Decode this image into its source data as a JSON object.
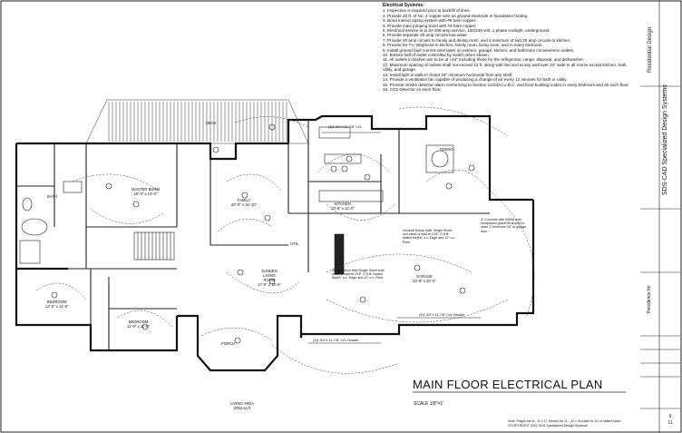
{
  "plan_title": "MAIN FLOOR ELECTRICAL PLAN",
  "scale_label": "SCALE  1/8\"=1'",
  "notes": {
    "heading": "Electrical Systems:",
    "items": [
      "1.  Inspection is required prior to backfill of lines.",
      "2.  Provide 20 ft. of No. 4 copper wire as ground electrode in foundation footing.",
      "3.  Bond interior piping system with #6 bare copper.",
      "4.  Provide main jumping bond with #4 bare copper.",
      "5.  Electrical service is to be 200 amp service, 120/240 volt, 1 phase nonlight, underground.",
      "6.  Provide separate 20 amp circuits low-water.",
      "7.  Provide 20 amp circuits to family and dining room, and a minimum of two 20 amp circuits to kitchen.",
      "8.  Prewire for TV, telephone in kitchen, family room, living room, and in every bedroom.",
      "9.  Install ground fault current interrupter on exterior, garage, kitchen, and bathroom convenience outlets.",
      "10. Bottom half of outlet controlled by switch when shown.",
      "11. All outlets in kitchen are to be at +44\" including those for the refrigerator, range, disposal, and dishwasher.",
      "12. Maximum spacing of outlets shall not exceed 12 ft. along wall line and at any wall over 24\" wide in all rooms except kitchen, bath, utility, and garage.",
      "13. Install light in walk-in closet 18\" minimum horizontal from any shelf.",
      "14. Provide a ventilation fan capable of producing a change of air every 12 minutes for bath or utility.",
      "15. Provide smoke detector alarm conforming to Section 1210(A) U.B.C. and local building codes in every bedroom and on each floor.",
      "16. CO2 Detector on each floor."
    ]
  },
  "rooms": {
    "master_bdrm": "MASTER BDRM",
    "master_bdrm_size": "15'-0\" x 14'-0\"",
    "family": "FAMILY",
    "family_size": "20'-0\" x 16'-10\"",
    "kitchen": "KITCHEN",
    "kitchen_size": "13'-6\" x 11'-0\"",
    "dining": "DINING",
    "sunken_living": "SUNKEN LIVING ROOM",
    "sunken_living_size": "17'-0\" x 15'-6\"",
    "bedroom1": "BEDROOM",
    "bedroom1_size": "13'-0\" x 11'-6\"",
    "bedroom2": "BEDROOM",
    "bedroom2_size": "11'-0\" x 11'-0\"",
    "porch": "PORCH",
    "garage": "GARAGE",
    "garage_size": "23'-6\" x 23'-0\"",
    "bath": "BATH",
    "deck": "DECK",
    "util": "UTIL",
    "living_area": "LIVING AREA",
    "living_area_sub": "2004 sq ft"
  },
  "callouts": {
    "header_top": "(3)1-3/4\"x 11-7/8\" LVL",
    "header_garage": "(3)1-3/4\"x 11-7/8\" LVL Header",
    "header_porch": "(3)1-3/4\"x 11-7/8\" LVL Header",
    "general_wall": "General House Wall: Single Sheet non-rated of wall at 7/16\" O.S.B. Nailed 8d@6\" o.c. Edge and 12\" o.c. Field",
    "garage_wall": "Garage Door Wall Single Sheet both sides of wall at 7/16\" O.S.B. Nailed 8d@4\" o.c. Edge and 12\" o.c. Field",
    "concrete_note": "4\" Concrete with WWM over compacted gravel fill sloped to drain 1\" minimum 18\" to garage door"
  },
  "title_block": {
    "residential_design": "Residential Design",
    "company": "SDS-CAD Specialized Design Systems",
    "residence_for": "Residence for",
    "sheet_num": "9",
    "sheet_total": "11"
  },
  "footer": {
    "line1": "Note: Pages are 8 - 11 x 17 Sheets for 11 - 22 x 34 scale to 1/2 of stated scale.",
    "line2": "©COPYRIGHT 2002 SDS Specialized Design Systems"
  }
}
